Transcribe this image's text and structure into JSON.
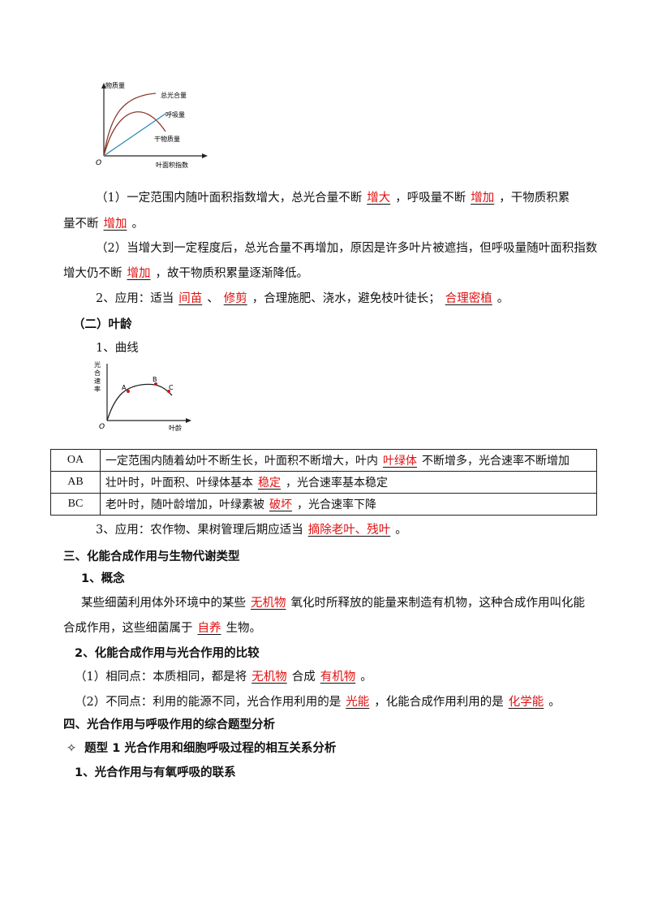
{
  "fig1": {
    "y_label": "物质量",
    "x_label": "叶面积指数",
    "origin": "O",
    "curves": [
      "总光合量",
      "呼吸量",
      "干物质量"
    ]
  },
  "p1": {
    "a": "（1）一定范围内随叶面积指数增大，总光合量不断",
    "b1": "增大",
    "c": "，呼吸量不断",
    "b2": "增加",
    "d": "，干物质积累",
    "e": "量不断",
    "b3": "增加",
    "f": "。"
  },
  "p2": {
    "a": "（2）当增大到一定程度后，总光合量不再增加，原因是许多叶片被遮挡，但呼吸量随叶面积指数",
    "b": "增大仍不断",
    "b1": "增加",
    "c": "，故干物质积累量逐渐降低。"
  },
  "p3": {
    "a": "2、应用：适当",
    "b1": "间苗",
    "s1": "、",
    "b2": "修剪",
    "c": "，合理施肥、浇水，避免枝叶徒长；",
    "b3": "合理密植",
    "d": "。"
  },
  "h_leafage": "（二）叶龄",
  "curve_label": "1、曲线",
  "fig2": {
    "y_label": [
      "光",
      "合",
      "速",
      "率"
    ],
    "x_label": "叶龄",
    "origin": "O",
    "points": [
      "A",
      "B",
      "C"
    ]
  },
  "table": [
    {
      "key": "OA",
      "a": "一定范围内随着幼叶不断生长，叶面积不断增大，叶内",
      "ans": "叶绿体",
      "b": "不断增多，光合速率不断增加"
    },
    {
      "key": "AB",
      "a": "壮叶时，叶面积、叶绿体基本",
      "ans": "稳定",
      "b": "，光合速率基本稳定"
    },
    {
      "key": "BC",
      "a": "老叶时，随叶龄增加，叶绿素被",
      "ans": "破坏",
      "b": "，光合速率下降"
    }
  ],
  "p4": {
    "a": "3、应用：农作物、果树管理后期应适当",
    "b1": "摘除老叶、残叶",
    "c": "。"
  },
  "h3": "三、化能合成作用与生物代谢类型",
  "h3_1": "1、概念",
  "p5": {
    "a": "某些细菌利用体外环境中的某些",
    "b1": "无机物",
    "c": "氧化时所释放的能量来制造有机物，这种合成作用叫化能",
    "d": "合成作用，这些细菌属于",
    "b2": "自养",
    "e": "生物。"
  },
  "h3_2": "2、化能合成作用与光合作用的比较",
  "p6": {
    "a": "（1）相同点：本质相同，都是将",
    "b1": "无机物",
    "c": "合成",
    "b2": "有机物",
    "d": "。"
  },
  "p7": {
    "a": "（2）不同点：利用的能源不同，光合作用利用的是",
    "b1": "光能",
    "c": "，化能合成作用利用的是",
    "b2": "化学能",
    "d": "。"
  },
  "h4": "四、光合作用与呼吸作用的综合题型分析",
  "h4_1": {
    "mark": "✧",
    "text": "题型 1  光合作用和细胞呼吸过程的相互关系分析"
  },
  "h4_2": "1、光合作用与有氧呼吸的联系"
}
